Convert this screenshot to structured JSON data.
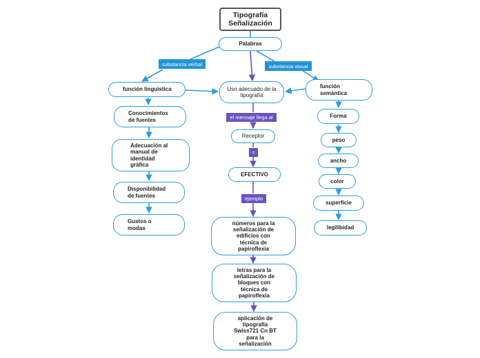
{
  "colors": {
    "blue": "#2d9be0",
    "purple": "#6a4fc4",
    "title_border": "#555555"
  },
  "title": "Tipografía\nSeñalización",
  "nodes": {
    "palabras": "Palabras",
    "funcion_linguistica": "función linguística",
    "uso_adecuado": "Uso adecuado de la\ntipografía",
    "funcion_semantica": "función\nsemántica",
    "conocimientos": "Conocimientos\nde fuentes",
    "adecuacion": "Adecuación al\nmanual de\nidentidad\ngráfica",
    "disponibilidad": "Disponibilidad\nde fuentes",
    "gustos": "Gustos o\nmodas",
    "receptor": "Receptor",
    "efectivo": "EFECTIVO",
    "numeros": "números para la\nseñalización de\nedificios con\ntécnica de\npapiroflexia",
    "letras": "letras para la\nseñalización de\nbloques con\ntécnica de\npapiroflexia",
    "aplicacion": "aplicación de\ntipografía\nSwiss721 Cn BT\npara la\nseñalización",
    "forma": "Forma",
    "peso": "peso",
    "ancho": "ancho",
    "color": "color",
    "superficie": "superficie",
    "legibilidad": "legilibidad"
  },
  "labels": {
    "substancia_verbal": "substancia verbal",
    "substancia_visual": "substancia visual",
    "el_mensaje": "el mensaje llega al",
    "dash": "=",
    "ejemplo": "ejemplo"
  }
}
